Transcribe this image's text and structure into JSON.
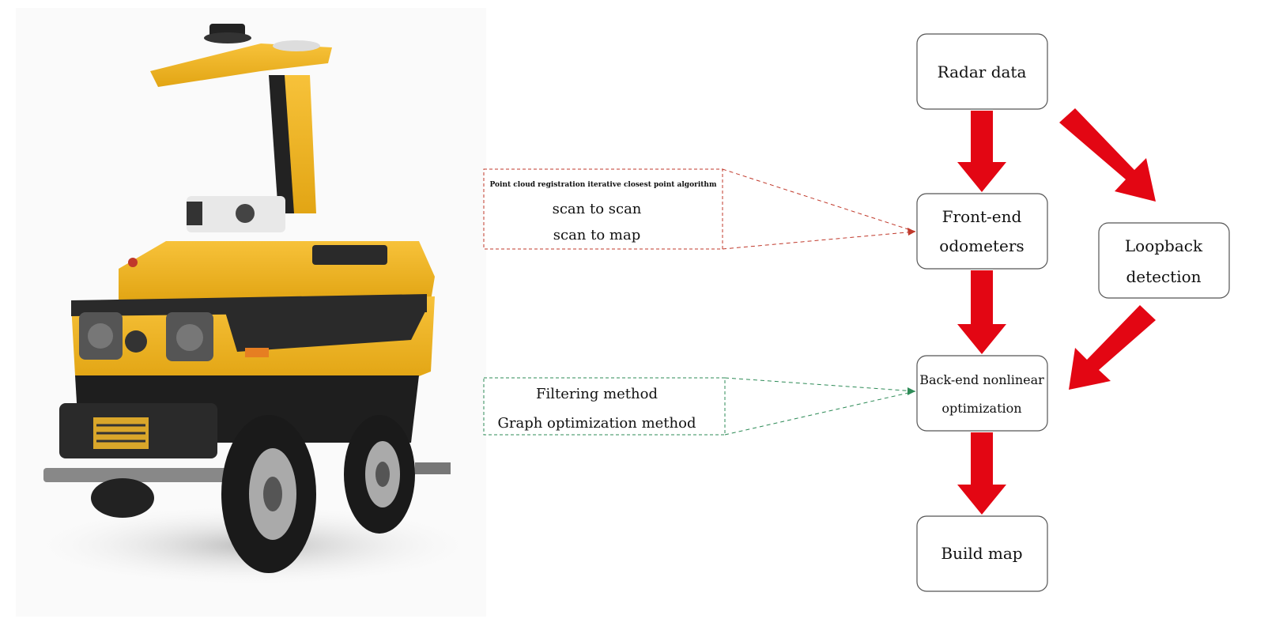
{
  "nodes": {
    "radar": "Radar data",
    "frontend": [
      "Front-end",
      "odometers"
    ],
    "loopback": [
      "Loopback",
      "detection"
    ],
    "backend": [
      "Back-end nonlinear",
      "optimization"
    ],
    "buildmap": "Build map"
  },
  "notes": {
    "frontend_methods": [
      "Point cloud registration iterative closest point algorithm",
      "scan to scan",
      "scan to map"
    ],
    "backend_methods": [
      "Filtering method",
      "Graph optimization method"
    ]
  },
  "robot": {
    "label": ""
  },
  "colors": {
    "arrow": "#e30613",
    "box_border": "#555555",
    "note_red": "#c0392b",
    "note_green": "#2e8b57"
  }
}
